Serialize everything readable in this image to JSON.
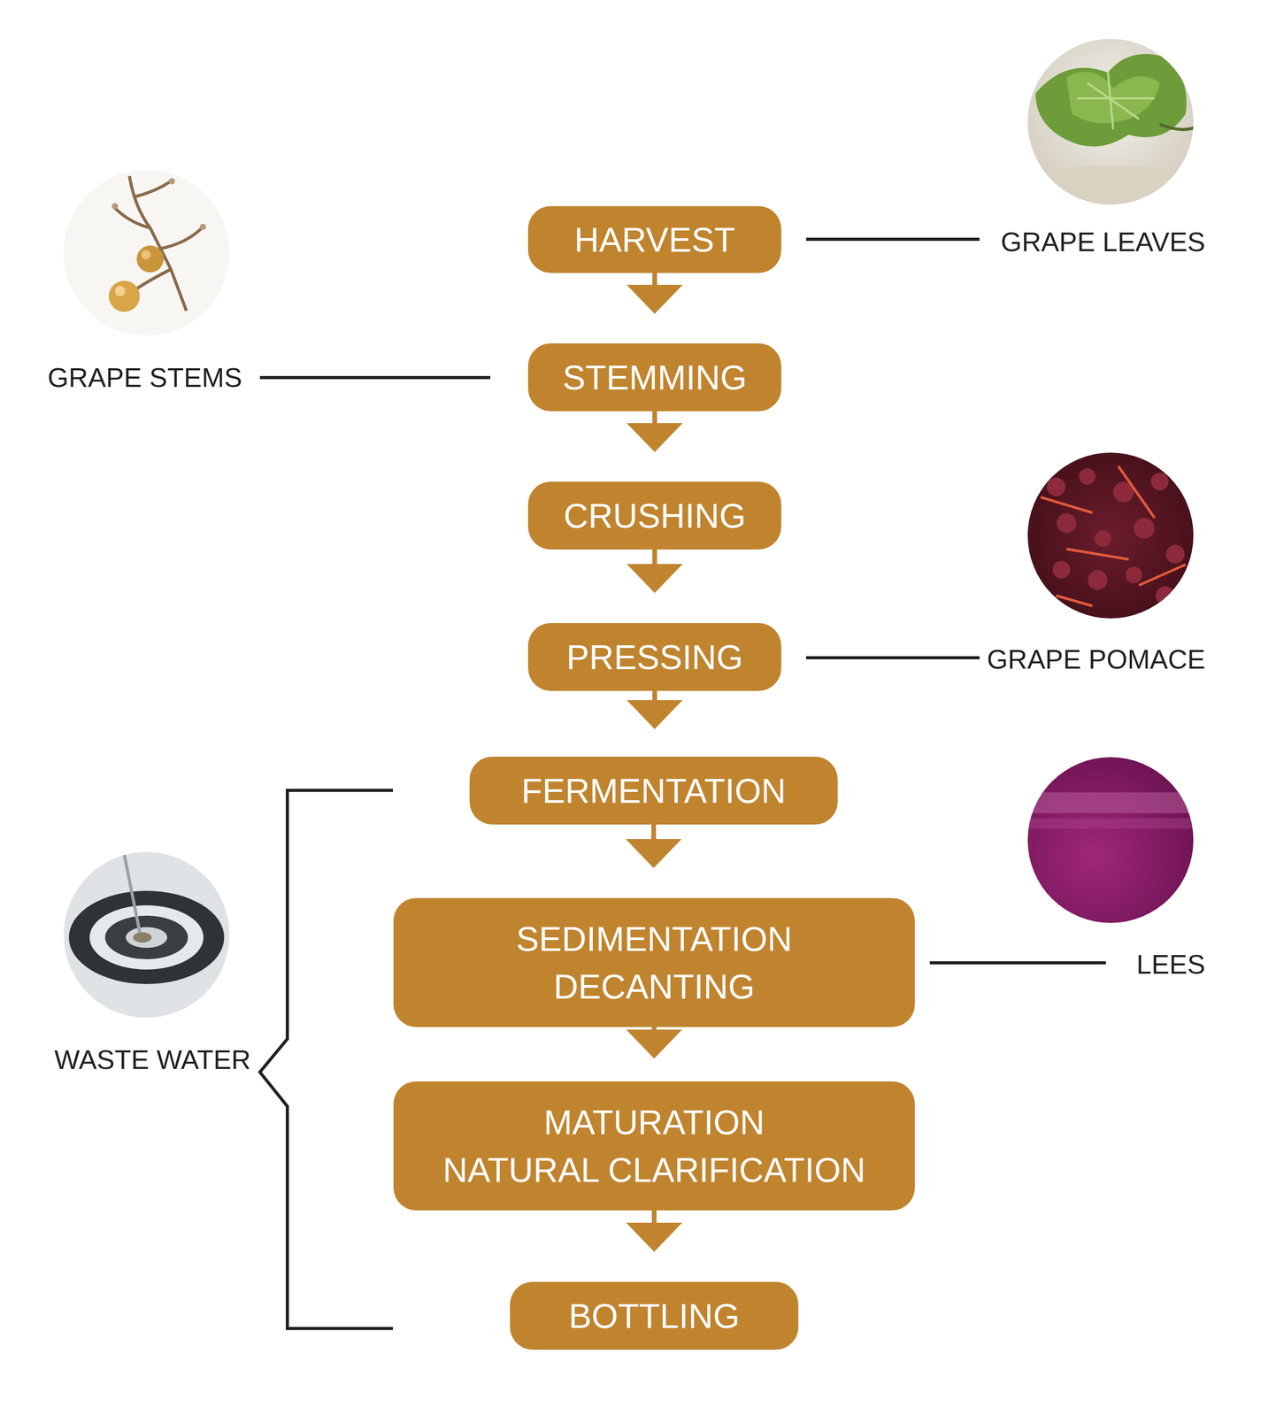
{
  "diagram": {
    "nodes": [
      {
        "text": [
          "HARVEST"
        ]
      },
      {
        "text": [
          "STEMMING"
        ]
      },
      {
        "text": [
          "CRUSHING"
        ]
      },
      {
        "text": [
          "PRESSING"
        ]
      },
      {
        "text": [
          "FERMENTATION"
        ]
      },
      {
        "text": [
          "SEDIMENTATION",
          "DECANTING"
        ]
      },
      {
        "text": [
          "MATURATION",
          "NATURAL CLARIFICATION"
        ]
      },
      {
        "text": [
          "BOTTLING"
        ]
      }
    ],
    "edges": [
      {
        "from": 0,
        "to": 1,
        "arrow": "to"
      },
      {
        "from": 1,
        "to": 2,
        "arrow": "to"
      },
      {
        "from": 2,
        "to": 3,
        "arrow": "to"
      },
      {
        "from": 3,
        "to": 4,
        "arrow": "to"
      },
      {
        "from": 4,
        "to": 5,
        "arrow": "to"
      },
      {
        "from": 5,
        "to": 6,
        "arrow": "to"
      },
      {
        "from": 6,
        "to": 7,
        "arrow": "to"
      }
    ],
    "labels": [
      "GRAPE LEAVES",
      "GRAPE STEMS",
      "GRAPE POMACE",
      "LEES",
      "WASTE WATER"
    ]
  }
}
